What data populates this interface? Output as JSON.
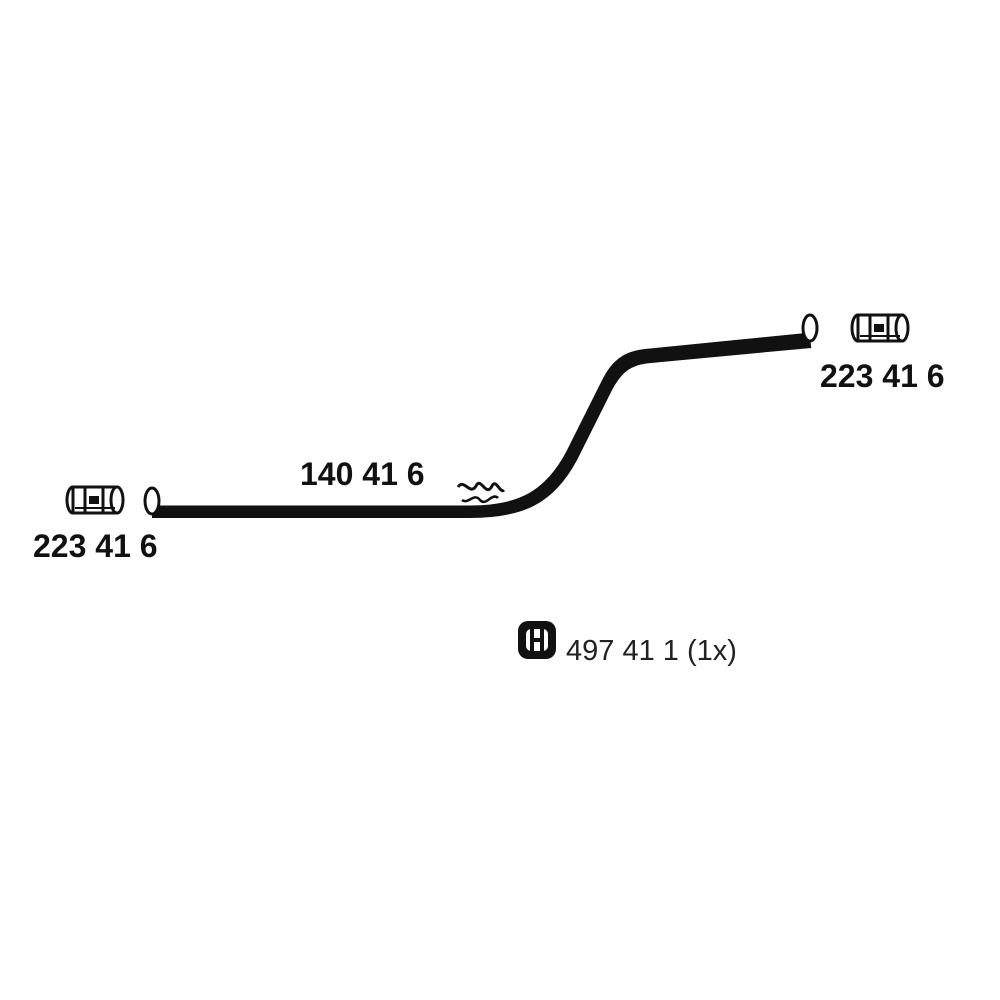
{
  "parts": {
    "pipe": {
      "part_number": "140 41 6"
    },
    "clamp_left": {
      "part_number": "223 41 6"
    },
    "clamp_right": {
      "part_number": "223 41 6"
    },
    "mount": {
      "part_number": "497 41 1",
      "quantity": "(1x)",
      "icon": "mounting-rubber-icon"
    }
  },
  "colors": {
    "line": "#111111",
    "background": "#ffffff"
  }
}
